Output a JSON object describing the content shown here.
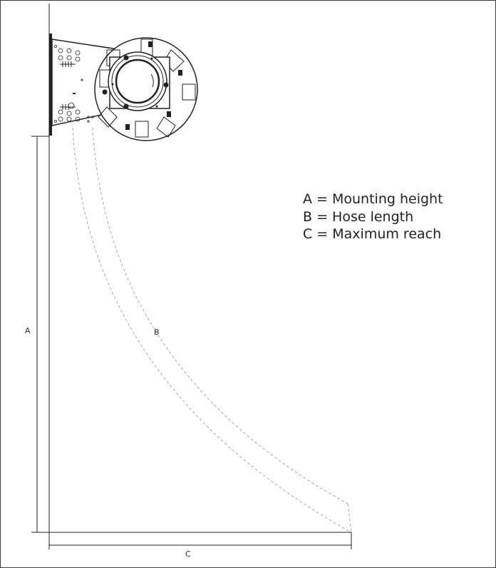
{
  "legend": {
    "items": [
      "A = Mounting height",
      "B = Hose length",
      "C = Maximum reach"
    ]
  },
  "dimensions": {
    "a_label": "A",
    "b_label": "B",
    "c_label": "C"
  },
  "colors": {
    "line": "#222222",
    "hose_dash": "#aaaaaa"
  }
}
